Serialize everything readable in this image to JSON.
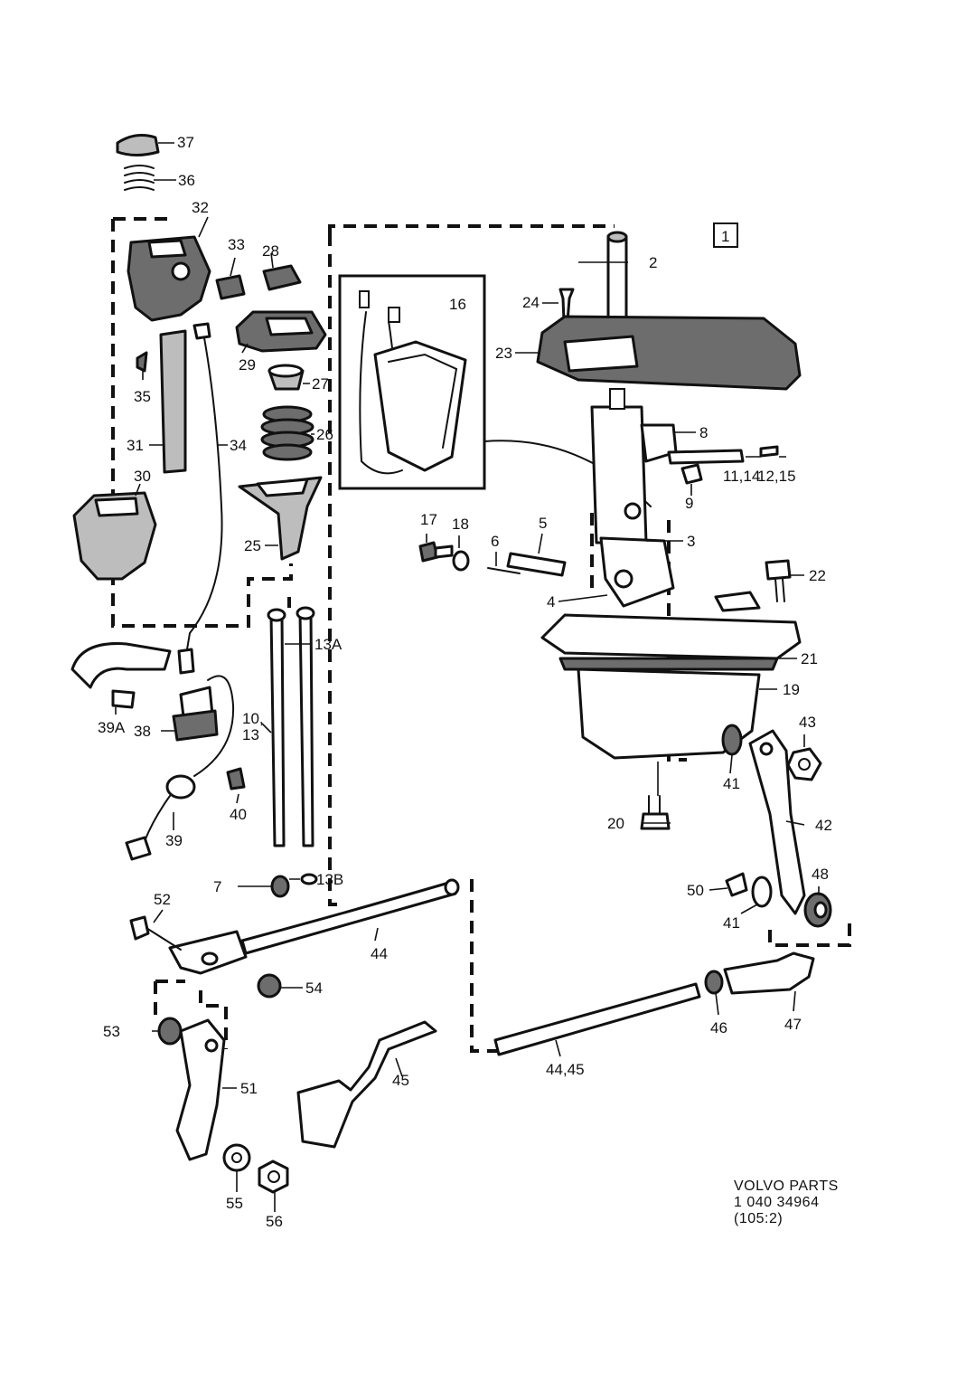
{
  "diagram": {
    "group_box_label": "1",
    "stamp": {
      "brand": "VOLVO PARTS",
      "part_number": "1  040  34964",
      "reference": "(105:2)"
    },
    "callouts": [
      {
        "id": "37",
        "text": "37"
      },
      {
        "id": "36",
        "text": "36"
      },
      {
        "id": "32",
        "text": "32"
      },
      {
        "id": "33",
        "text": "33"
      },
      {
        "id": "28",
        "text": "28"
      },
      {
        "id": "29",
        "text": "29"
      },
      {
        "id": "27",
        "text": "27"
      },
      {
        "id": "26",
        "text": "26"
      },
      {
        "id": "35",
        "text": "35"
      },
      {
        "id": "31",
        "text": "31"
      },
      {
        "id": "34",
        "text": "34"
      },
      {
        "id": "30",
        "text": "30"
      },
      {
        "id": "25",
        "text": "25"
      },
      {
        "id": "16",
        "text": "16"
      },
      {
        "id": "2",
        "text": "2"
      },
      {
        "id": "24",
        "text": "24"
      },
      {
        "id": "23",
        "text": "23"
      },
      {
        "id": "8",
        "text": "8"
      },
      {
        "id": "11_14",
        "text": "11,14"
      },
      {
        "id": "12_15",
        "text": "12,15"
      },
      {
        "id": "9",
        "text": "9"
      },
      {
        "id": "17",
        "text": "17"
      },
      {
        "id": "18",
        "text": "18"
      },
      {
        "id": "5",
        "text": "5"
      },
      {
        "id": "6",
        "text": "6"
      },
      {
        "id": "3",
        "text": "3"
      },
      {
        "id": "4",
        "text": "4"
      },
      {
        "id": "22",
        "text": "22"
      },
      {
        "id": "21",
        "text": "21"
      },
      {
        "id": "19",
        "text": "19"
      },
      {
        "id": "13A",
        "text": "13A"
      },
      {
        "id": "10_13",
        "text": "10,\n13"
      },
      {
        "id": "39A",
        "text": "39A"
      },
      {
        "id": "38",
        "text": "38"
      },
      {
        "id": "40",
        "text": "40"
      },
      {
        "id": "39",
        "text": "39"
      },
      {
        "id": "43",
        "text": "43"
      },
      {
        "id": "41a",
        "text": "41"
      },
      {
        "id": "20",
        "text": "20"
      },
      {
        "id": "42",
        "text": "42"
      },
      {
        "id": "7",
        "text": "7"
      },
      {
        "id": "13B",
        "text": "13B"
      },
      {
        "id": "48",
        "text": "48"
      },
      {
        "id": "50",
        "text": "50"
      },
      {
        "id": "41b",
        "text": "41"
      },
      {
        "id": "52",
        "text": "52"
      },
      {
        "id": "44",
        "text": "44"
      },
      {
        "id": "54",
        "text": "54"
      },
      {
        "id": "53",
        "text": "53"
      },
      {
        "id": "51",
        "text": "51"
      },
      {
        "id": "45",
        "text": "45"
      },
      {
        "id": "44_45",
        "text": "44,45"
      },
      {
        "id": "46",
        "text": "46"
      },
      {
        "id": "47",
        "text": "47"
      },
      {
        "id": "55",
        "text": "55"
      },
      {
        "id": "56",
        "text": "56"
      }
    ]
  }
}
